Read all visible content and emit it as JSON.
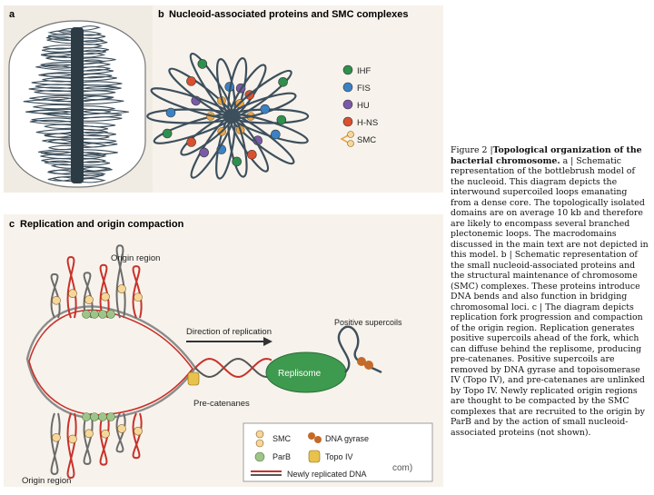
{
  "panel_a": {
    "letter": "a"
  },
  "panel_b": {
    "letter": "b",
    "title": "Nucleoid-associated proteins and SMC complexes",
    "legend": [
      {
        "label": "IHF",
        "color": "#2f8f4e"
      },
      {
        "label": "FIS",
        "color": "#3b82c4"
      },
      {
        "label": "HU",
        "color": "#7a5aa8"
      },
      {
        "label": "H-NS",
        "color": "#d9502f"
      },
      {
        "label": "SMC",
        "color": "#e8a64a"
      }
    ]
  },
  "panel_c": {
    "letter": "c",
    "title": "Replication and origin compaction",
    "origin_top": "Origin region",
    "origin_bottom": "Origin region",
    "direction": "Direction of replication",
    "positive_supercoils": "Positive supercoils",
    "replisome": "Replisome",
    "precatenanes": "Pre-catenanes",
    "legend": {
      "smc": "SMC",
      "dna_gyrase": "DNA gyrase",
      "parb": "ParB",
      "topo_iv": "Topo IV",
      "new_dna": "Newly replicated DNA"
    }
  },
  "watermark": "com)",
  "caption": {
    "fig": "Figure 2 |",
    "title": "Topological organization of the bacterial chromosome.",
    "body": " a | Schematic representation of the bottlebrush model of the nucleoid. This diagram depicts the interwound supercoiled loops emanating from a dense core. The topologically isolated domains are on average 10 kb and therefore are likely to encompass several branched plectonemic loops. The macrodomains discussed in the main text are not depicted in this model. b | Schematic representation of the small nucleoid-associated proteins and the structural maintenance of chromosome (SMC) complexes. These proteins introduce DNA bends and also function in bridging chromosomal loci. c | The diagram depicts replication fork progression and compaction of the origin region. Replication generates positive supercoils ahead of the fork, which can diffuse behind the replisome, producing pre-catenanes. Positive supercoils are removed by DNA gyrase and topoisomerase IV (Topo IV), and pre-catenanes are unlinked by Topo IV. Newly replicated origin regions are thought to be compacted by the SMC complexes that are recruited to the origin by ParB and by the action of small nucleoid-associated proteins (not shown)."
  }
}
